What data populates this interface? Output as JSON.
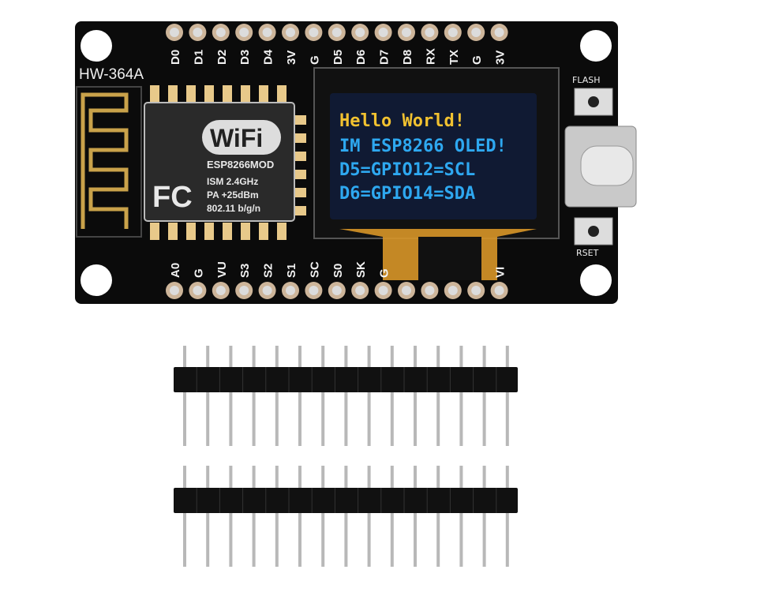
{
  "board": {
    "model": "HW-364A",
    "top_pins": [
      "D0",
      "D1",
      "D2",
      "D3",
      "D4",
      "3V",
      "G",
      "D5",
      "D6",
      "D7",
      "D8",
      "RX",
      "TX",
      "G",
      "3V"
    ],
    "bottom_pins": [
      "A0",
      "G",
      "VU",
      "S3",
      "S2",
      "S1",
      "SC",
      "S0",
      "SK",
      "G",
      "",
      "",
      "",
      "",
      "VI"
    ],
    "flash_label": "FLASH",
    "reset_label": "RSET"
  },
  "module": {
    "logo": "WiFi",
    "name": "ESP8266MOD",
    "spec_lines": [
      "ISM  2.4GHz",
      "PA  +25dBm",
      "802.11 b/g/n"
    ],
    "cert": "FC"
  },
  "oled": {
    "lines": [
      "Hello World!",
      "IM ESP8266 OLED!",
      "D5=GPIO12=SCL",
      "D6=GPIO14=SDA"
    ],
    "colors": {
      "first": "#f2c230",
      "rest": "#2ea8f0"
    }
  },
  "header_pins": {
    "rows": 2,
    "count_per_row": 15
  }
}
